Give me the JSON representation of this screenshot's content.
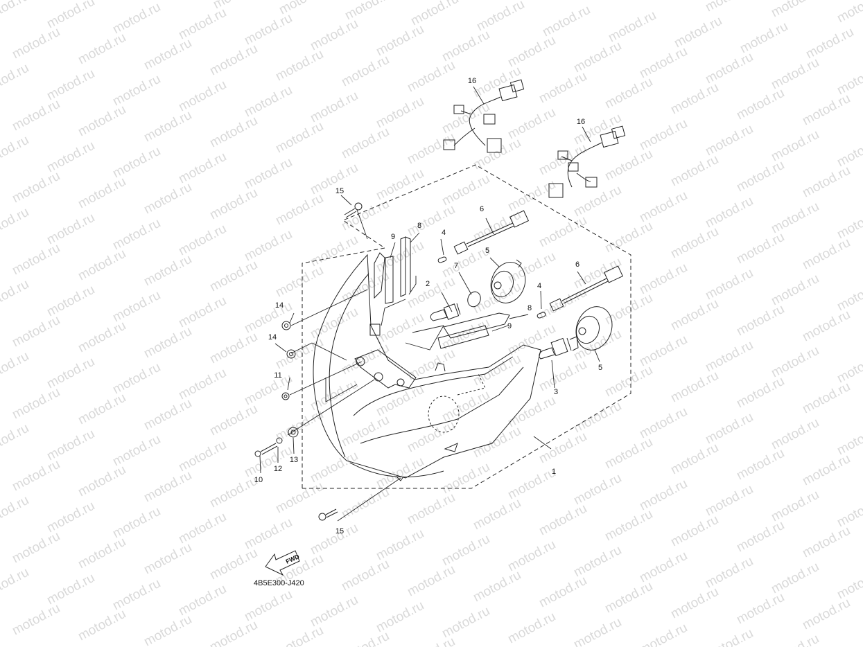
{
  "diagram": {
    "drawing_code": "4B5E300-J420",
    "fwd_label": "FWD",
    "watermark": "motod.ru",
    "callouts": [
      {
        "id": "c1",
        "label": "1"
      },
      {
        "id": "c2",
        "label": "2"
      },
      {
        "id": "c3",
        "label": "3"
      },
      {
        "id": "c4a",
        "label": "4"
      },
      {
        "id": "c4b",
        "label": "4"
      },
      {
        "id": "c5a",
        "label": "5"
      },
      {
        "id": "c5b",
        "label": "5"
      },
      {
        "id": "c6a",
        "label": "6"
      },
      {
        "id": "c6b",
        "label": "6"
      },
      {
        "id": "c7",
        "label": "7"
      },
      {
        "id": "c8a",
        "label": "8"
      },
      {
        "id": "c8b",
        "label": "8"
      },
      {
        "id": "c9a",
        "label": "9"
      },
      {
        "id": "c9b",
        "label": "9"
      },
      {
        "id": "c10",
        "label": "10"
      },
      {
        "id": "c11",
        "label": "11"
      },
      {
        "id": "c12",
        "label": "12"
      },
      {
        "id": "c13",
        "label": "13"
      },
      {
        "id": "c14a",
        "label": "14"
      },
      {
        "id": "c14b",
        "label": "14"
      },
      {
        "id": "c15a",
        "label": "15"
      },
      {
        "id": "c15b",
        "label": "15"
      },
      {
        "id": "c16a",
        "label": "16"
      },
      {
        "id": "c16b",
        "label": "16"
      }
    ]
  }
}
